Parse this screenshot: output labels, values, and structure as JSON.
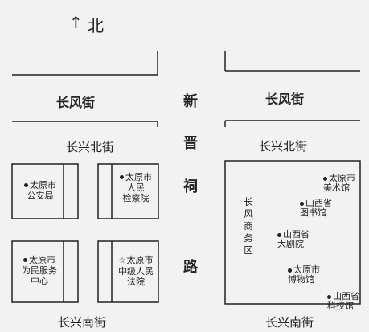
{
  "north": {
    "arrow": "↑",
    "label": "北"
  },
  "streets": {
    "changfeng_left": "长风街",
    "changfeng_right": "长风街",
    "changxingbei_left": "长兴北街",
    "changxingbei_right": "长兴北街",
    "changxingnan_left": "长兴南街",
    "changxingnan_right": "长兴南街",
    "xinjinci": [
      "新",
      "晋",
      "祠",
      "路"
    ]
  },
  "left_blocks": [
    {
      "name": "太原市\n公安局",
      "marker": "dot"
    },
    {
      "name": "太原市\n人民\n检察院",
      "marker": "dot"
    },
    {
      "name": "太原市\n为民服务\n中心",
      "marker": "dot"
    },
    {
      "name": "太原市\n中级人民\n法院",
      "marker": "star"
    }
  ],
  "right_block": {
    "district": "长风商务区",
    "pois": [
      {
        "name": "太原市\n美术馆"
      },
      {
        "name": "山西省\n图书馆"
      },
      {
        "name": "山西省\n大剧院"
      },
      {
        "name": "太原市\n博物馆"
      },
      {
        "name": "山西省\n科技馆"
      }
    ]
  },
  "colors": {
    "line": "#222222",
    "background": "#f2f2f2"
  }
}
